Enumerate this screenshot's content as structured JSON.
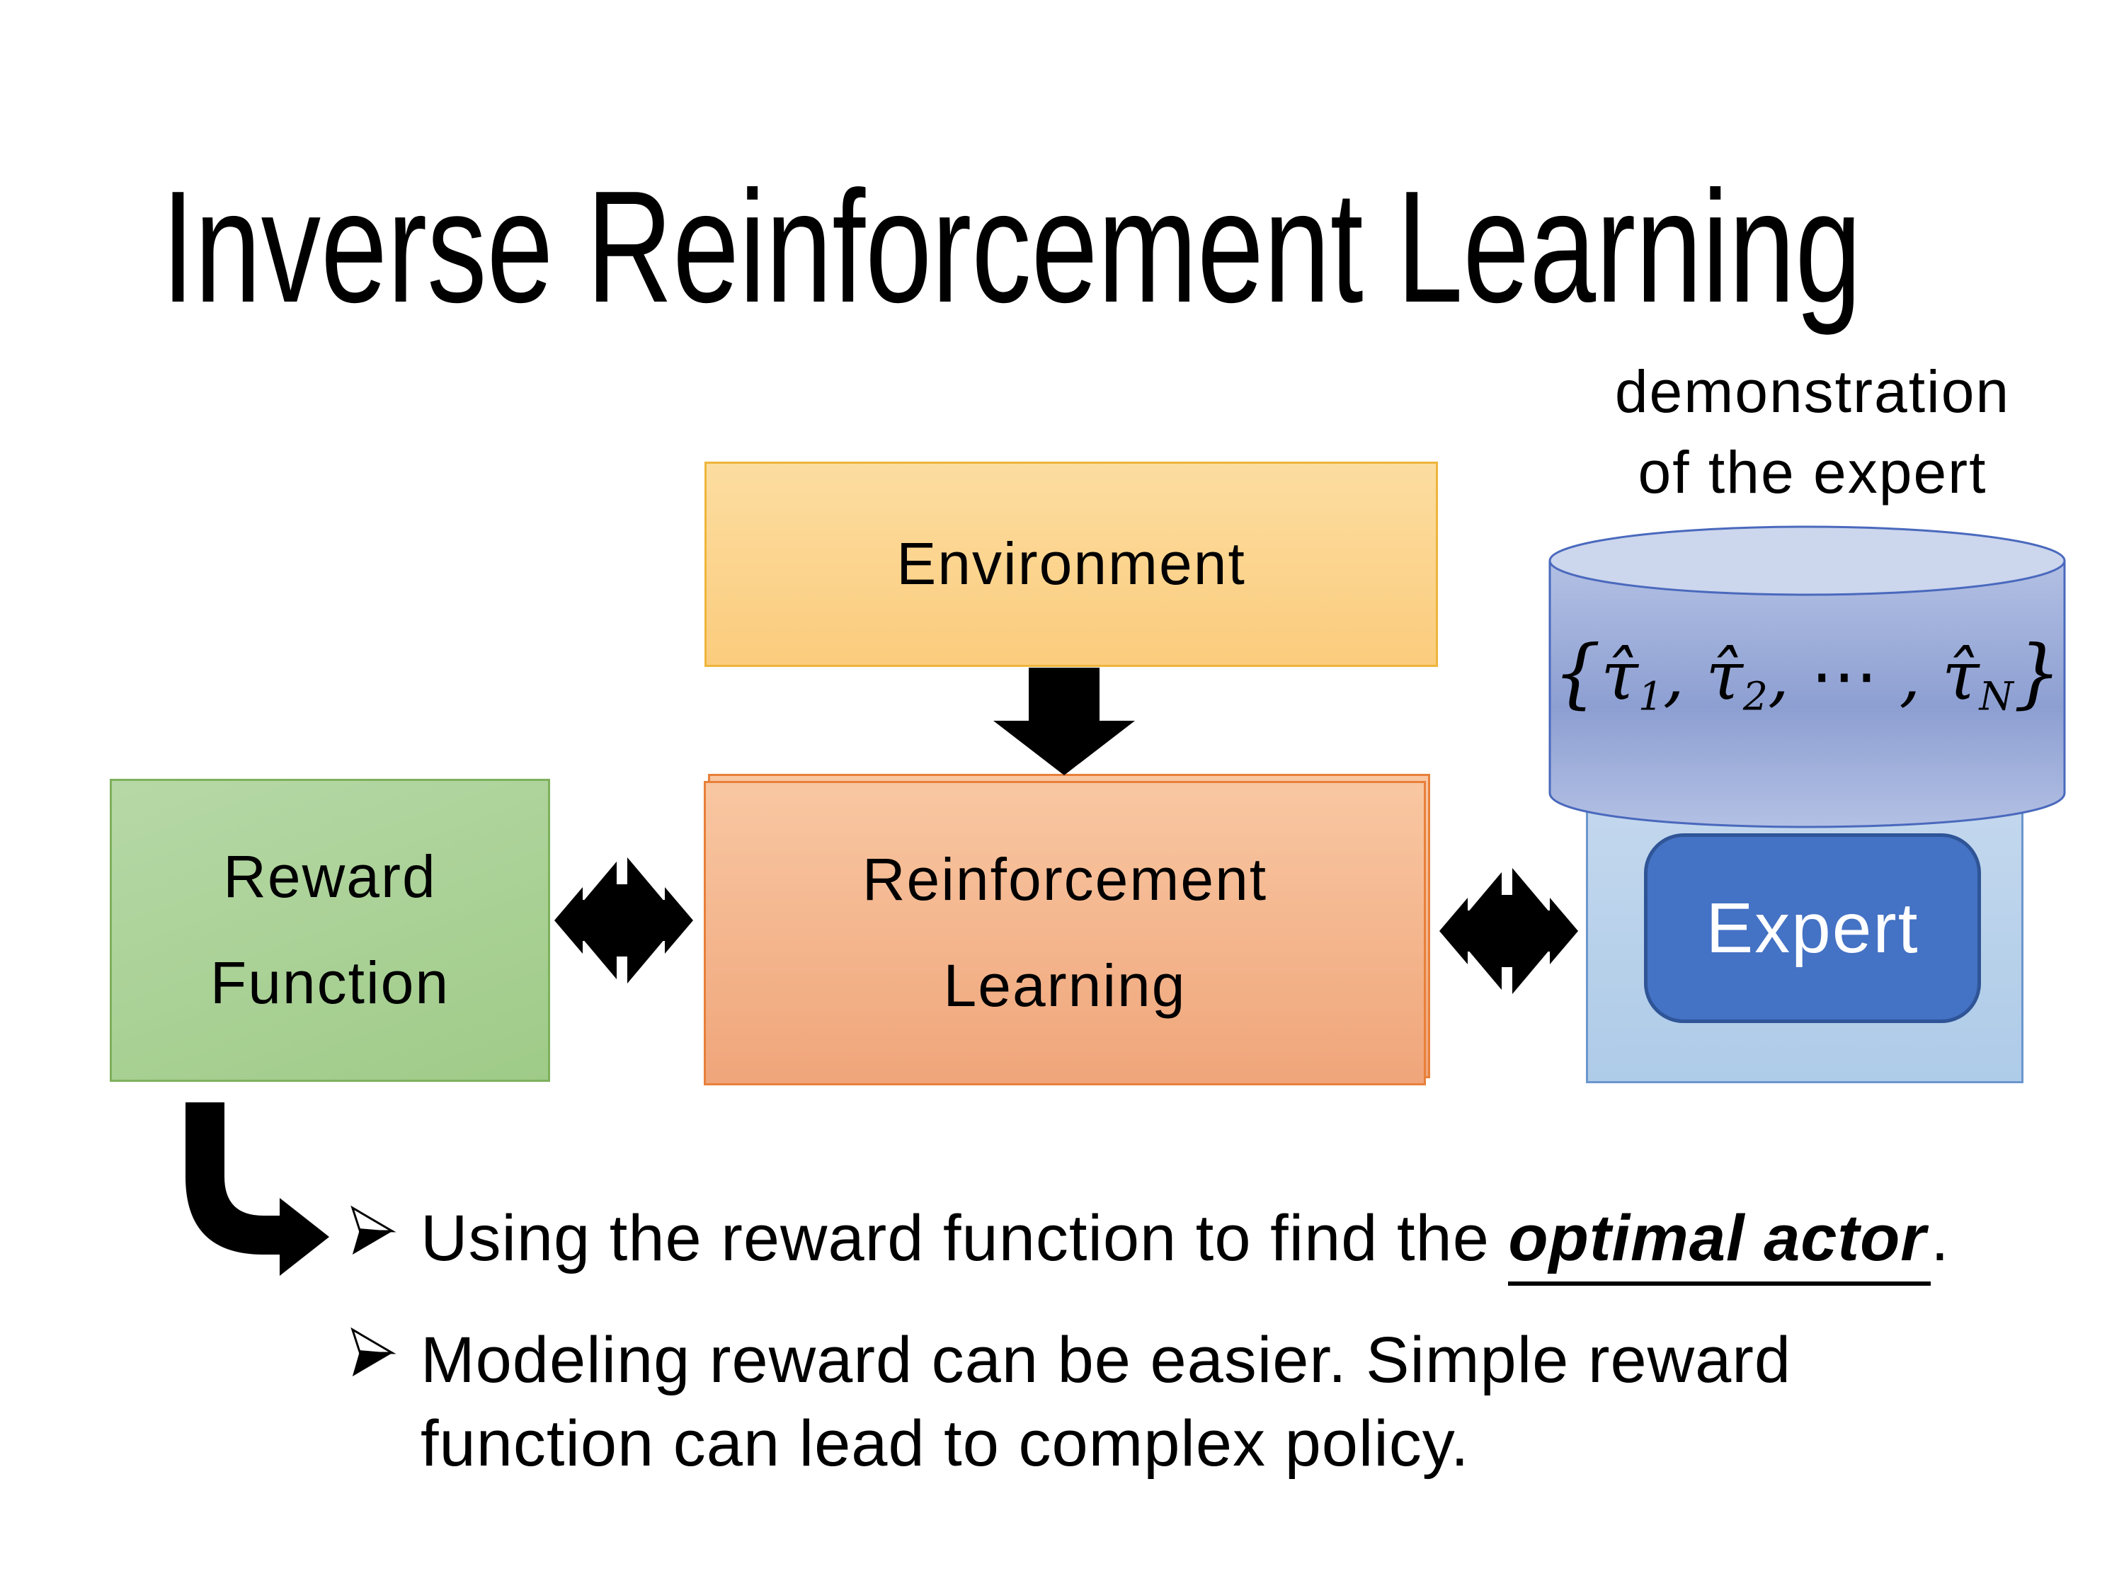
{
  "slide": {
    "title": "Inverse Reinforcement Learning",
    "demo_label": {
      "line1": "demonstration",
      "line2": "of the expert"
    },
    "diagram": {
      "environment_label": "Environment",
      "reward_function": {
        "line1": "Reward",
        "line2": "Function"
      },
      "reinforcement_learning": {
        "line1": "Reinforcement",
        "line2": "Learning"
      },
      "expert_label": "Expert",
      "demonstrations_formula": {
        "open": "{",
        "tau": "τ̂",
        "sub1": "1",
        "sep1": ", ",
        "sub2": "2",
        "sep2": ", ⋯ , ",
        "subN": "N",
        "close": "}"
      },
      "icons": [
        "down-arrow",
        "double-headed-arrow",
        "bent-elbow-arrow",
        "database-cylinder"
      ]
    },
    "bullets": [
      {
        "marker": "➢",
        "text_before": "Using the reward function to find the ",
        "text_emphasis": "optimal actor",
        "text_after": "."
      },
      {
        "marker": "➢",
        "line1": "Modeling reward can be easier. Simple reward",
        "line2": "function can lead to complex policy."
      }
    ],
    "colors": {
      "text": "#000000",
      "arrow": "#000000",
      "env_fill_top": "#fcdda0",
      "env_fill_bottom": "#fbcc7d",
      "env_border": "#eeb53b",
      "reward_fill_top": "#b6d8a6",
      "reward_fill_bottom": "#9fcb88",
      "reward_border": "#7eb05c",
      "rl_fill_top": "#f8c7a2",
      "rl_fill_bottom": "#f0a57a",
      "rl_border": "#e8803a",
      "cyl_top_fill": "#ccd6ed",
      "cyl_body_light": "#b3c0e4",
      "cyl_body_dark": "#8d9fd2",
      "cyl_border": "#4a69bd",
      "container_fill_top": "#c5d9ee",
      "container_fill_bottom": "#aecbe8",
      "container_border": "#6b96ce",
      "expert_fill": "#4472c4",
      "expert_border": "#2f5597",
      "expert_text": "#ffffff"
    }
  }
}
